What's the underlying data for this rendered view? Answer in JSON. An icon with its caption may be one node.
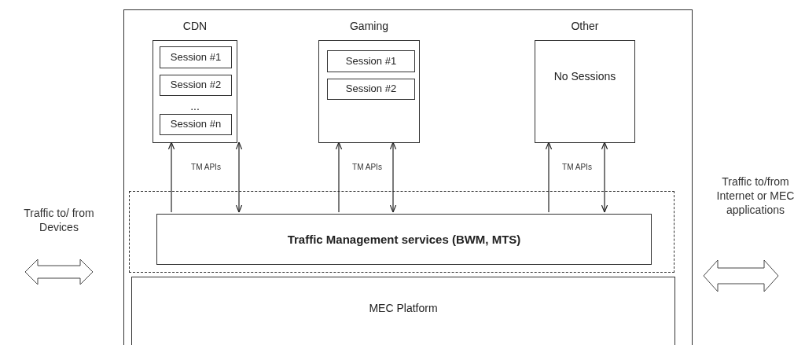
{
  "diagram": {
    "nodes": [
      {
        "text": [],
        "shape": "box"
      },
      {
        "text": [
          "CDN",
          "..."
        ],
        "in": 0
      },
      {
        "text": [
          "Session #1"
        ],
        "in": 1
      },
      {
        "text": [
          "Session #2"
        ],
        "in": 1
      },
      {
        "text": [
          "Session #n"
        ],
        "in": 1
      },
      {
        "text": [
          "Gaming"
        ],
        "in": 0
      },
      {
        "text": [
          "Session #1"
        ],
        "in": 5
      },
      {
        "text": [
          "Session #2"
        ],
        "in": 5
      },
      {
        "text": [
          "Other",
          "No Sessions"
        ],
        "in": 0
      },
      {
        "text": [],
        "shape": "box",
        "in": 0
      },
      {
        "text": [
          "Traffic Management services (BWM, MTS)"
        ],
        "in": 9
      },
      {
        "text": [
          "MEC Platform"
        ],
        "in": 0
      }
    ],
    "edges": [
      {
        "from": 10,
        "to": 1,
        "arrow": "to"
      },
      {
        "from": 1,
        "to": 10,
        "arrow": "both"
      },
      {
        "from": 10,
        "to": 5,
        "arrow": "to"
      },
      {
        "from": 5,
        "to": 10,
        "arrow": "both"
      },
      {
        "from": 10,
        "to": 8,
        "arrow": "to"
      },
      {
        "from": 8,
        "to": 10,
        "arrow": "both"
      }
    ],
    "labels": [
      "TM APIs",
      "TM APIs",
      "TM APIs",
      "Traffic to/ from Devices",
      "Traffic to/from Internet or MEC applications"
    ]
  }
}
